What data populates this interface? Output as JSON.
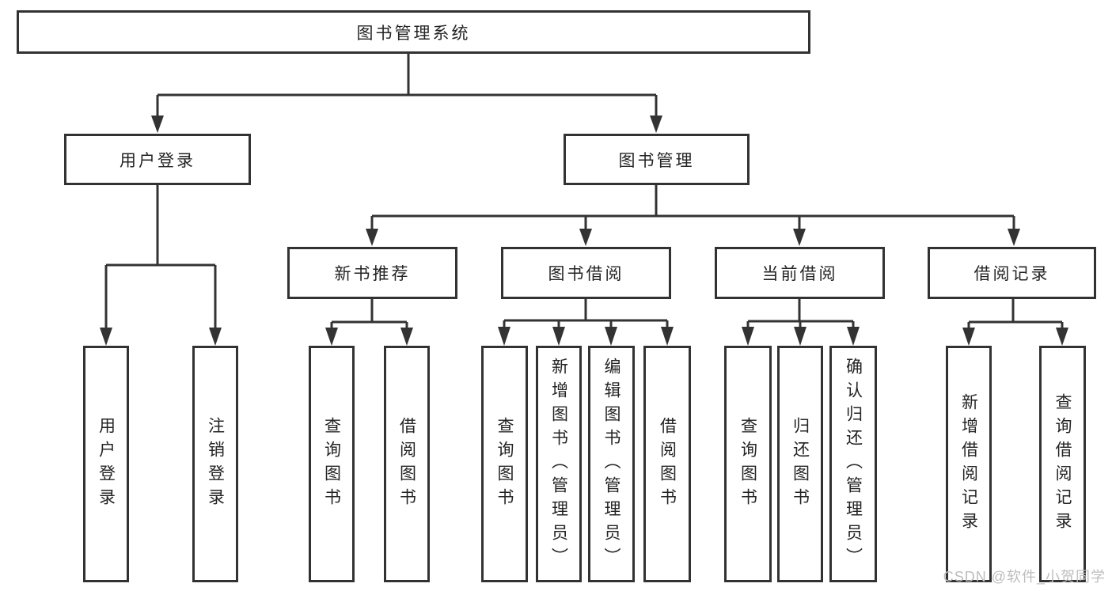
{
  "colors": {
    "line": "#333333",
    "box_border": "#323232",
    "text": "#242424",
    "watermark": "#bdbdbd",
    "background": "#ffffff"
  },
  "watermark": {
    "text": "CSDN @软件_小贺同学"
  },
  "tree": {
    "label": "图书管理系统",
    "children": [
      {
        "label": "用户登录",
        "children": [
          {
            "label": "用户登录"
          },
          {
            "label": "注销登录"
          }
        ]
      },
      {
        "label": "图书管理",
        "children": [
          {
            "label": "新书推荐",
            "children": [
              {
                "label": "查询图书"
              },
              {
                "label": "借阅图书"
              }
            ]
          },
          {
            "label": "图书借阅",
            "children": [
              {
                "label": "查询图书"
              },
              {
                "label": "新增图书（管理员）"
              },
              {
                "label": "编辑图书（管理员）"
              },
              {
                "label": "借阅图书"
              }
            ]
          },
          {
            "label": "当前借阅",
            "children": [
              {
                "label": "查询图书"
              },
              {
                "label": "归还图书"
              },
              {
                "label": "确认归还（管理员）"
              }
            ]
          },
          {
            "label": "借阅记录",
            "children": [
              {
                "label": "新增借阅记录"
              },
              {
                "label": "查询借阅记录"
              }
            ]
          }
        ]
      }
    ]
  }
}
